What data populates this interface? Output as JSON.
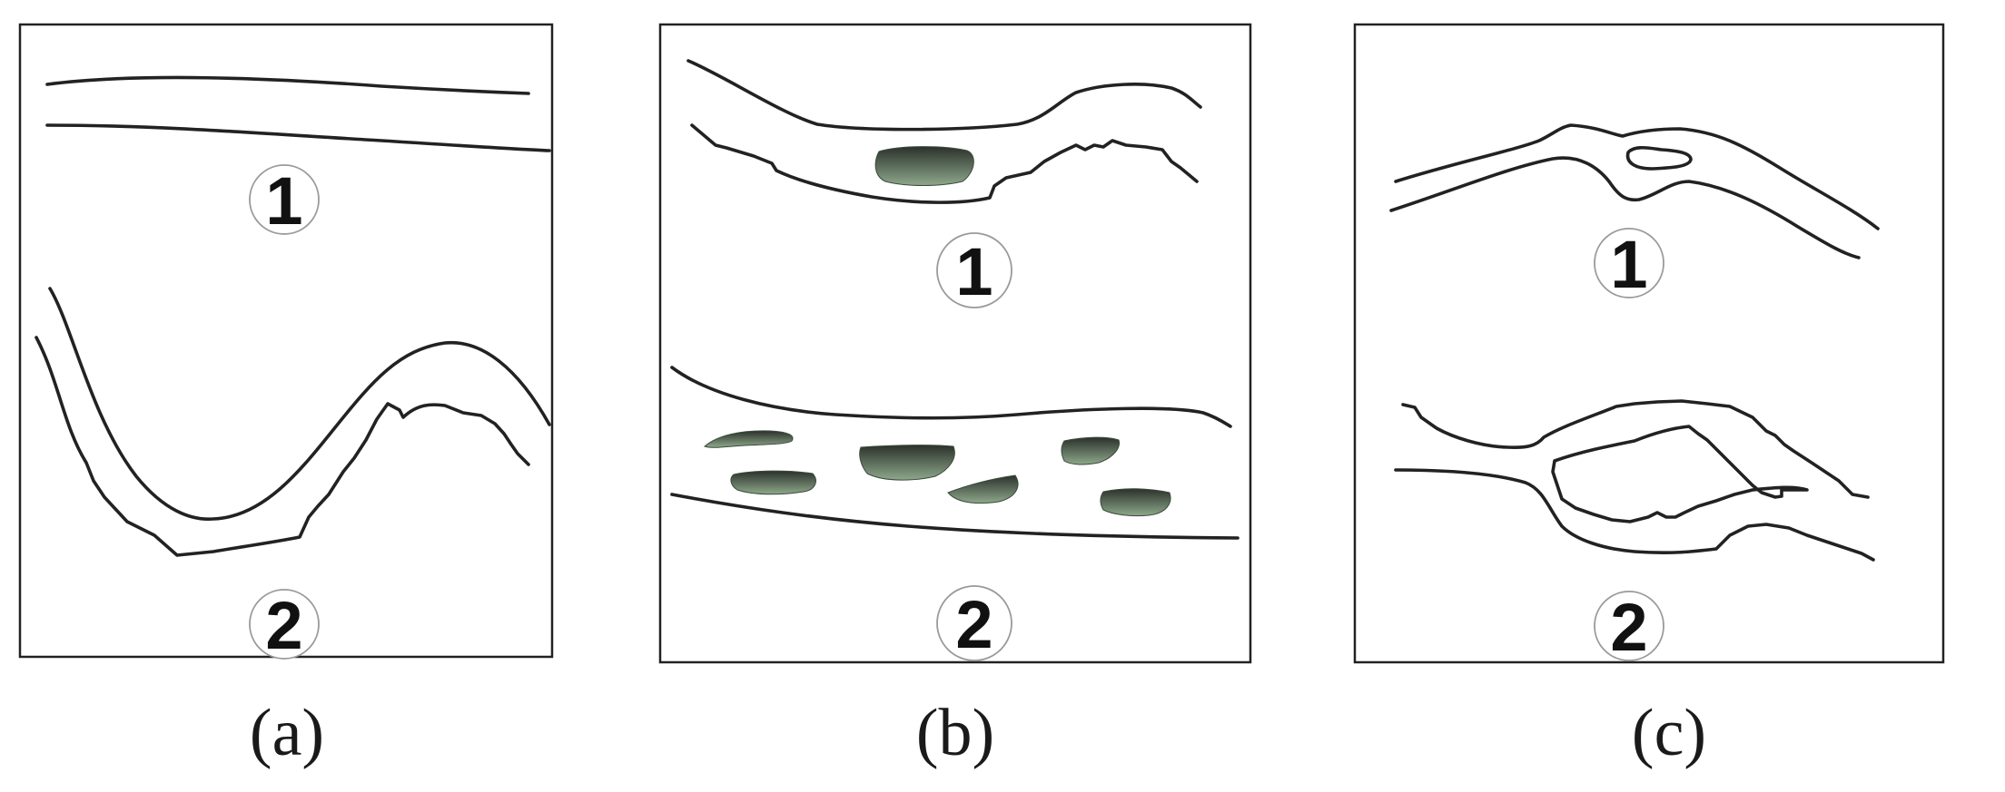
{
  "panels": [
    {
      "caption": "(a)",
      "labels": [
        "1",
        "2"
      ]
    },
    {
      "caption": "(b)",
      "labels": [
        "1",
        "2"
      ]
    },
    {
      "caption": "(c)",
      "labels": [
        "1",
        "2"
      ]
    }
  ],
  "colors": {
    "stroke": "#222222",
    "blob_dark": "#2b312b",
    "blob_light": "#8ea88b"
  }
}
